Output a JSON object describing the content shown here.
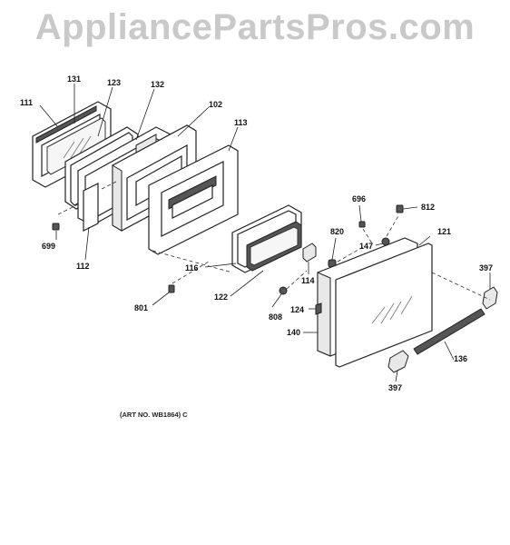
{
  "watermark": "AppliancePartsPros.com",
  "art_number": "(ART NO. WB1864) C",
  "labels": {
    "p131": "131",
    "p123": "123",
    "p132": "132",
    "p111": "111",
    "p102": "102",
    "p113": "113",
    "p699": "699",
    "p112": "112",
    "p116": "116",
    "p801": "801",
    "p122": "122",
    "p808": "808",
    "p114": "114",
    "p820": "820",
    "p696": "696",
    "p812": "812",
    "p147": "147",
    "p121": "121",
    "p397a": "397",
    "p124": "124",
    "p140": "140",
    "p136": "136",
    "p397b": "397"
  }
}
